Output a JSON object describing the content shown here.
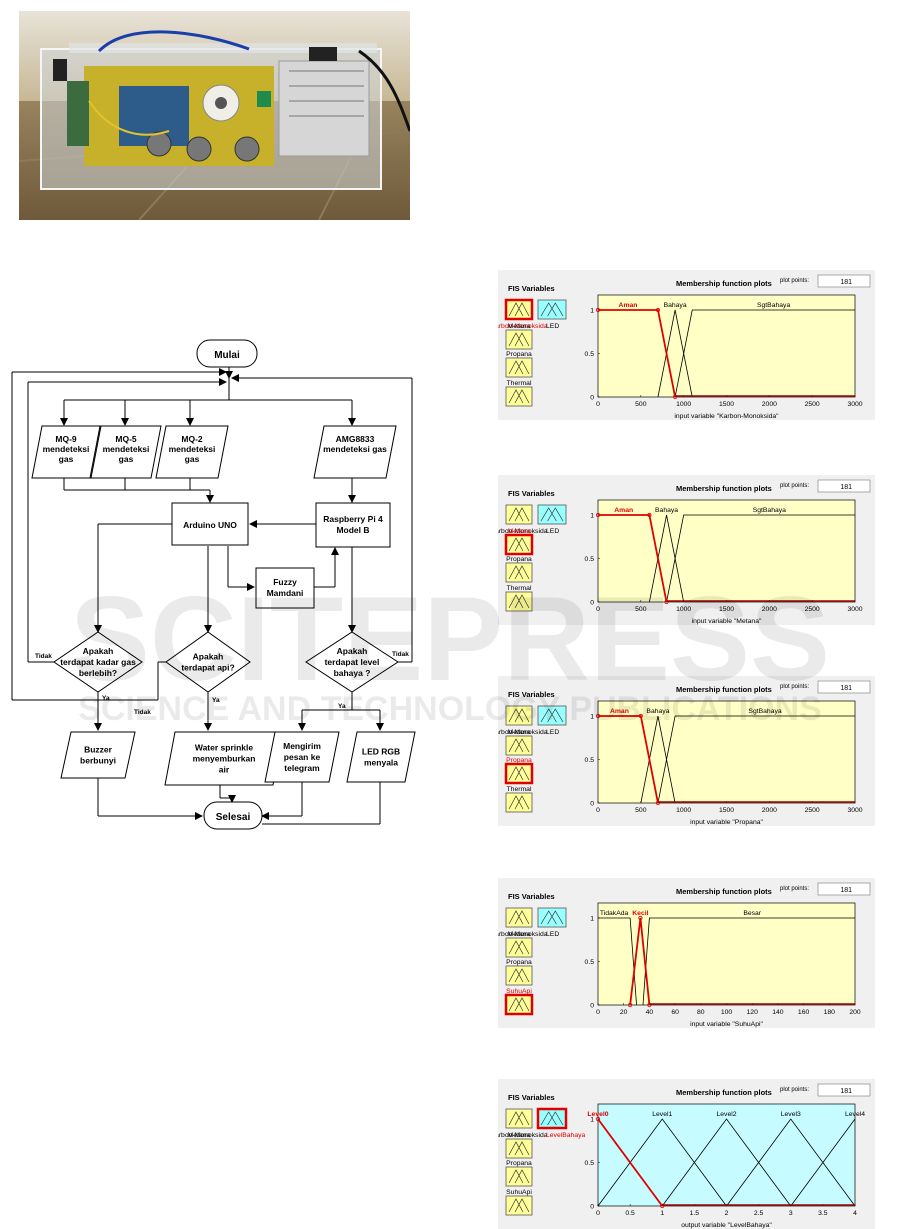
{
  "watermark": {
    "word": "SCITEPRESS",
    "tagline": "SCIENCE AND TECHNOLOGY PUBLICATIONS"
  },
  "flowchart": {
    "start": "Mulai",
    "sensors": [
      "MQ-9\nmendeteksi\ngas",
      "MQ-5\nmendeteksi\ngas",
      "MQ-2\nmendeteksi\ngas",
      "AMG8833\nmendeteksi gas"
    ],
    "arduino": "Arduino UNO",
    "raspberry": "Raspberry Pi 4\nModel B",
    "fuzzy": "Fuzzy\nMamdani",
    "decisions": [
      "Apakah\nterdapat kadar gas\nberlebih?",
      "Apakah\nterdapat api?",
      "Apakah\nterdapat level\nbahaya ?"
    ],
    "yes": "Ya",
    "no": "Tidak",
    "outputs": [
      "Buzzer\nberbunyi",
      "Water sprinkle\nmenyemburkan\nair",
      "Mengirim\npesan ke\ntelegram",
      "LED RGB\nmenyala"
    ],
    "end": "Selesai"
  },
  "mf_common": {
    "fis_label": "FIS Variables",
    "title": "Membership function plots",
    "plot_points_label": "plot points:",
    "plot_points": "181",
    "var_names": [
      "Karbon-Monoksida",
      "Metana",
      "Propana",
      "Thermal",
      "SuhuApi"
    ],
    "output_names": [
      "LED",
      "LevelBahaya"
    ]
  },
  "mf_plots": [
    {
      "selected_input": "Karbon-Monoksida",
      "selected_output": "",
      "xlabel": "input variable \"Karbon-Monoksida\"",
      "xrange": [
        0,
        3000
      ],
      "xticks": [
        0,
        500,
        1000,
        1500,
        2000,
        2500,
        3000
      ],
      "yticks": [
        0,
        0.5,
        1
      ],
      "list": [
        "Karbon-Monoksida",
        "Metana",
        "Propana",
        "Thermal"
      ],
      "output": "LED",
      "background": "#ffffc6",
      "mfs": [
        {
          "name": "Aman",
          "points": [
            [
              0,
              1
            ],
            [
              700,
              1
            ],
            [
              900,
              0
            ]
          ],
          "selected": true
        },
        {
          "name": "Bahaya",
          "points": [
            [
              700,
              0
            ],
            [
              900,
              1
            ],
            [
              1100,
              0
            ]
          ]
        },
        {
          "name": "SgtBahaya",
          "points": [
            [
              900,
              0
            ],
            [
              1100,
              1
            ],
            [
              3000,
              1
            ]
          ]
        }
      ]
    },
    {
      "selected_input": "Metana",
      "selected_output": "",
      "xlabel": "input variable \"Metana\"",
      "xrange": [
        0,
        3000
      ],
      "xticks": [
        0,
        500,
        1000,
        1500,
        2000,
        2500,
        3000
      ],
      "yticks": [
        0,
        0.5,
        1
      ],
      "list": [
        "Karbon-Monoksida",
        "Metana",
        "Propana",
        "Thermal"
      ],
      "output": "LED",
      "background": "#ffffc6",
      "mfs": [
        {
          "name": "Aman",
          "points": [
            [
              0,
              1
            ],
            [
              600,
              1
            ],
            [
              800,
              0
            ]
          ],
          "selected": true
        },
        {
          "name": "Bahaya",
          "points": [
            [
              600,
              0
            ],
            [
              800,
              1
            ],
            [
              1000,
              0
            ]
          ]
        },
        {
          "name": "SgtBahaya",
          "points": [
            [
              800,
              0
            ],
            [
              1000,
              1
            ],
            [
              3000,
              1
            ]
          ]
        }
      ]
    },
    {
      "selected_input": "Propana",
      "selected_output": "",
      "xlabel": "input variable \"Propana\"",
      "xrange": [
        0,
        3000
      ],
      "xticks": [
        0,
        500,
        1000,
        1500,
        2000,
        2500,
        3000
      ],
      "yticks": [
        0,
        0.5,
        1
      ],
      "list": [
        "Karbon-Monoksida",
        "Metana",
        "Propana",
        "Thermal"
      ],
      "output": "LED",
      "background": "#ffffc6",
      "mfs": [
        {
          "name": "Aman",
          "points": [
            [
              0,
              1
            ],
            [
              500,
              1
            ],
            [
              700,
              0
            ]
          ],
          "selected": true
        },
        {
          "name": "Bahaya",
          "points": [
            [
              500,
              0
            ],
            [
              700,
              1
            ],
            [
              900,
              0
            ]
          ]
        },
        {
          "name": "SgtBahaya",
          "points": [
            [
              700,
              0
            ],
            [
              900,
              1
            ],
            [
              3000,
              1
            ]
          ]
        }
      ]
    },
    {
      "selected_input": "SuhuApi",
      "selected_output": "",
      "xlabel": "input variable \"SuhuApi\"",
      "xrange": [
        0,
        200
      ],
      "xticks": [
        0,
        20,
        40,
        60,
        80,
        100,
        120,
        140,
        160,
        180,
        200
      ],
      "yticks": [
        0,
        0.5,
        1
      ],
      "list": [
        "Karbon-Monoksida",
        "Metana",
        "Propana",
        "SuhuApi"
      ],
      "output": "LED",
      "background": "#ffffc6",
      "mfs": [
        {
          "name": "TidakAda",
          "points": [
            [
              0,
              1
            ],
            [
              25,
              1
            ],
            [
              30,
              0
            ]
          ]
        },
        {
          "name": "Kecil",
          "points": [
            [
              25,
              0
            ],
            [
              33,
              1
            ],
            [
              40,
              0
            ]
          ],
          "selected": true
        },
        {
          "name": "Besar",
          "points": [
            [
              35,
              0
            ],
            [
              40,
              1
            ],
            [
              200,
              1
            ]
          ]
        }
      ]
    },
    {
      "selected_input": "",
      "selected_output": "LevelBahaya",
      "xlabel": "output variable \"LevelBahaya\"",
      "xrange": [
        0,
        4
      ],
      "xticks": [
        0,
        0.5,
        1,
        1.5,
        2,
        2.5,
        3,
        3.5,
        4
      ],
      "yticks": [
        0,
        0.5,
        1
      ],
      "list": [
        "Karbon-Monoksida",
        "Metana",
        "Propana",
        "SuhuApi"
      ],
      "output": "LevelBahaya",
      "background": "#c6fbff",
      "mfs": [
        {
          "name": "Level0",
          "points": [
            [
              0,
              1
            ],
            [
              1,
              0
            ]
          ],
          "selected": true
        },
        {
          "name": "Level1",
          "points": [
            [
              0,
              0
            ],
            [
              1,
              1
            ],
            [
              2,
              0
            ]
          ]
        },
        {
          "name": "Level2",
          "points": [
            [
              1,
              0
            ],
            [
              2,
              1
            ],
            [
              3,
              0
            ]
          ]
        },
        {
          "name": "Level3",
          "points": [
            [
              2,
              0
            ],
            [
              3,
              1
            ],
            [
              4,
              0
            ]
          ]
        },
        {
          "name": "Level4",
          "points": [
            [
              3,
              0
            ],
            [
              4,
              1
            ]
          ]
        }
      ]
    }
  ]
}
